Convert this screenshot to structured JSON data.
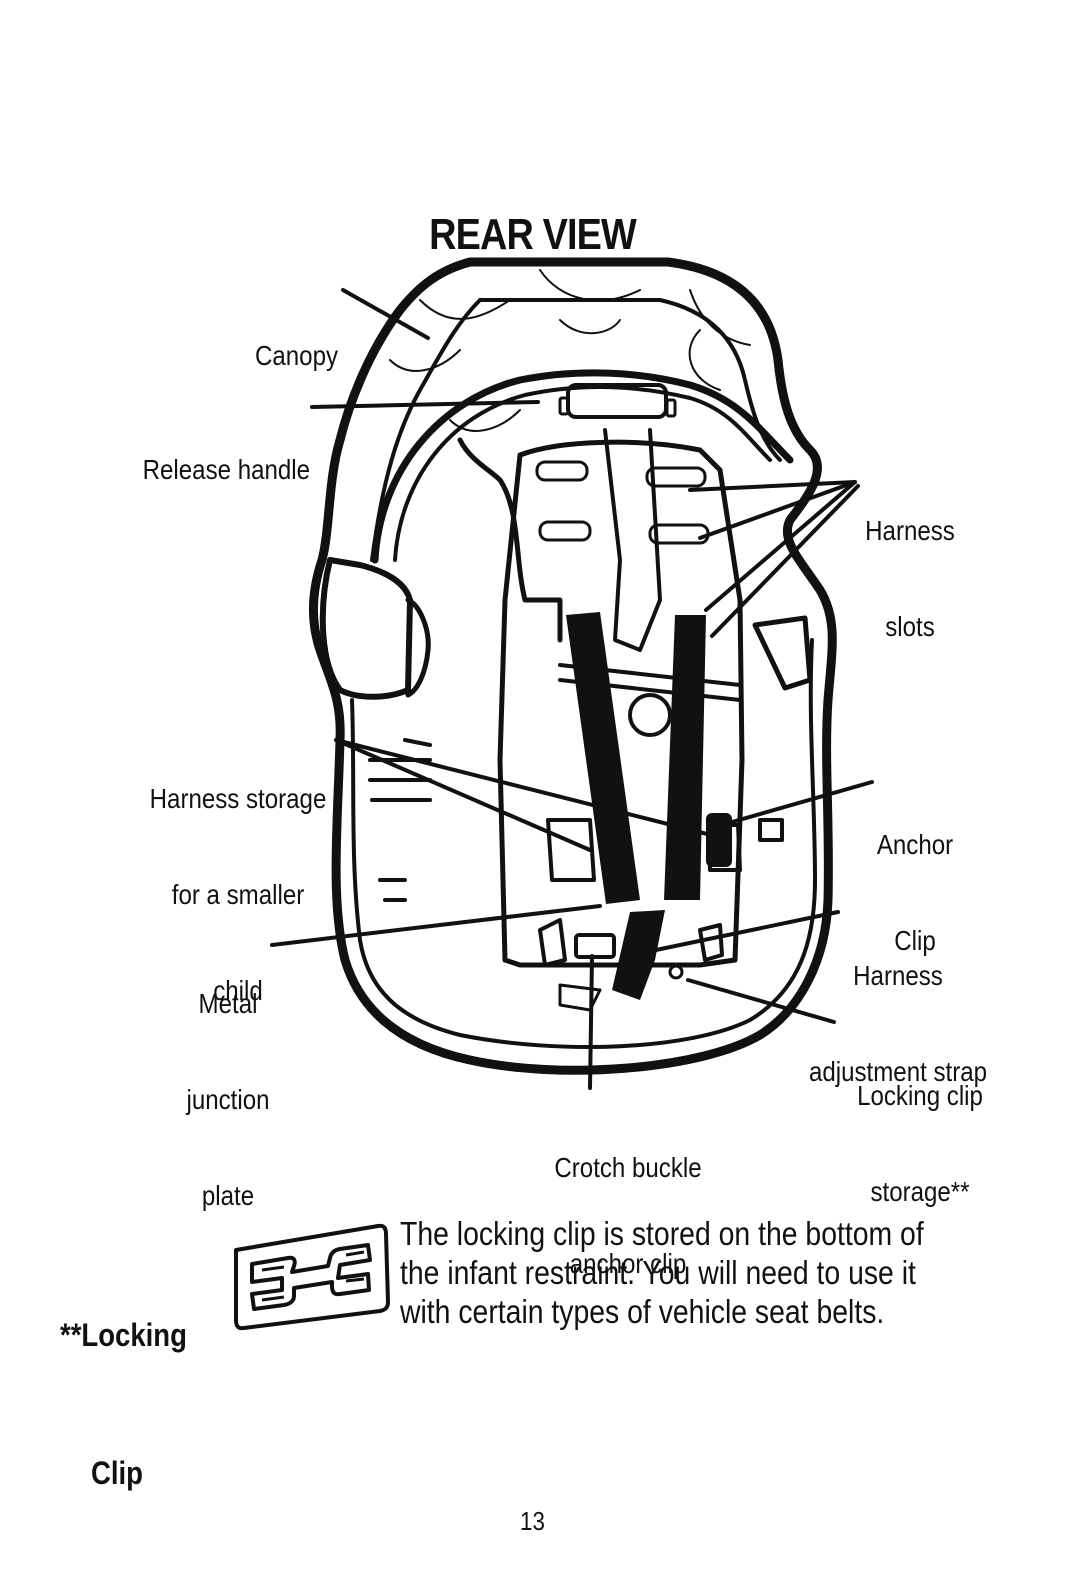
{
  "figure": {
    "title": "REAR VIEW",
    "labels": {
      "canopy": [
        "Canopy"
      ],
      "release_handle": [
        "Release handle"
      ],
      "harness_slots": [
        "Harness",
        "slots"
      ],
      "harness_storage": [
        "Harness storage",
        "for a smaller",
        "child"
      ],
      "anchor_clip": [
        "Anchor",
        "Clip"
      ],
      "metal_junction_plate": [
        "Metal",
        "junction",
        "plate"
      ],
      "harness_adjustment_strap": [
        "Harness",
        "adjustment strap"
      ],
      "locking_clip_storage": [
        "Locking clip",
        "storage**"
      ],
      "crotch_buckle_anchor_clip": [
        "Crotch buckle",
        "anchor clip"
      ]
    }
  },
  "note": {
    "heading": [
      "**Locking",
      "Clip"
    ],
    "icon": "locking-clip-icon",
    "text": [
      "The locking clip is stored on the bottom of",
      "the infant restraint. You will need to use it",
      "with certain types of vehicle seat belts."
    ]
  },
  "page_number": "13"
}
